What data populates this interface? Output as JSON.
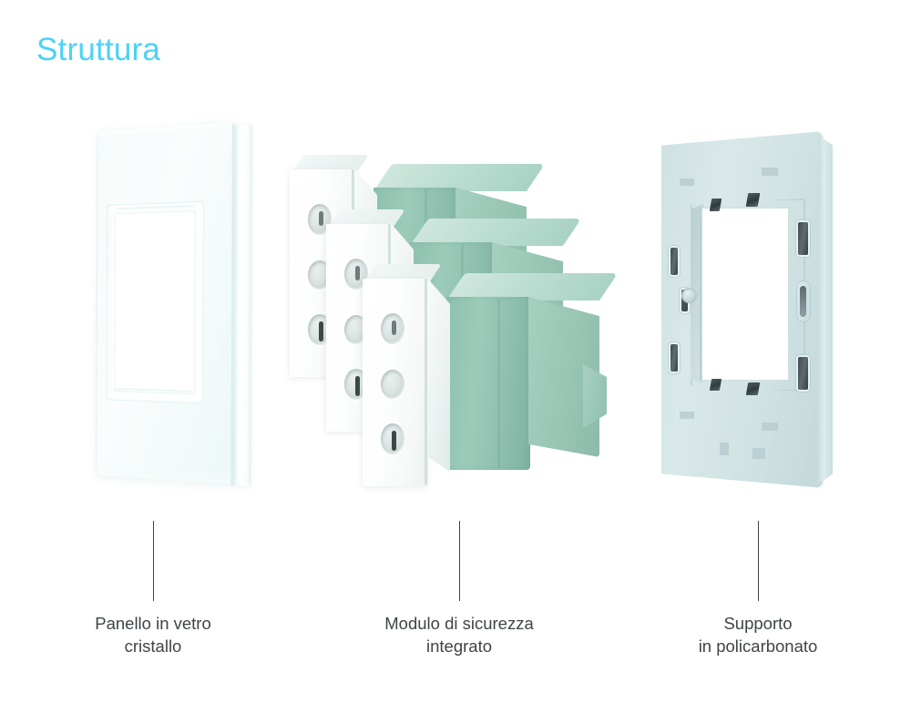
{
  "page": {
    "title": "Struttura",
    "title_color": "#4dd2f7",
    "background_color": "#ffffff",
    "caption_color": "#3f4446",
    "leader_line_color": "#3c4346"
  },
  "parts": [
    {
      "id": "glass-panel",
      "caption_line1": "Panello in vetro",
      "caption_line2": "cristallo",
      "material_color": "#f7fcfb",
      "accent_color": "#e3f2f0"
    },
    {
      "id": "security-module",
      "caption_line1": "Modulo di sicurezza",
      "caption_line2": "integrato",
      "material_color": "#ffffff",
      "accent_color": "#8dc0ae"
    },
    {
      "id": "support-frame",
      "caption_line1": "Supporto",
      "caption_line2": "in policarbonato",
      "material_color": "#cfe1e3",
      "accent_color": "#3e4c52"
    }
  ]
}
